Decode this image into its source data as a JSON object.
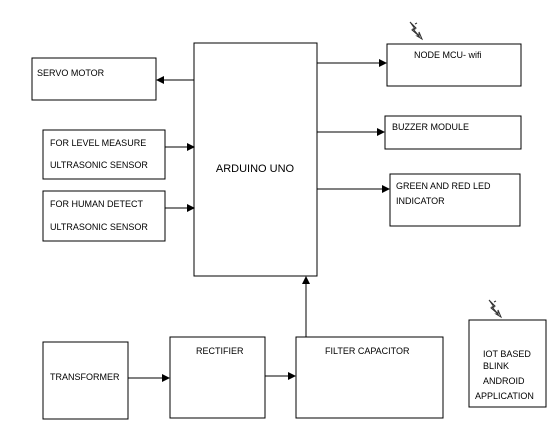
{
  "blocks": {
    "arduino": "ARDUINO UNO",
    "servo": "SERVO MOTOR",
    "level_sensor": {
      "line1": "FOR LEVEL MEASURE",
      "line2": "ULTRASONIC SENSOR"
    },
    "human_sensor": {
      "line1": "FOR HUMAN DETECT",
      "line2": "ULTRASONIC SENSOR"
    },
    "nodemcu": "NODE MCU- wifi",
    "buzzer": "BUZZER MODULE",
    "led": {
      "line1": "GREEN AND RED LED",
      "line2": "INDICATOR"
    },
    "transformer": "TRANSFORMER",
    "rectifier": "RECTIFIER",
    "filter": "FILTER CAPACITOR",
    "iot_app": {
      "line1": "IOT BASED",
      "line2": "BLINK",
      "line3": "ANDROID",
      "line4": "APPLICATION"
    }
  },
  "icons": {
    "wireless_nodemcu": "lightning-bolt-icon",
    "wireless_app": "lightning-bolt-icon"
  },
  "colors": {
    "stroke": "#000000",
    "background": "#ffffff"
  }
}
